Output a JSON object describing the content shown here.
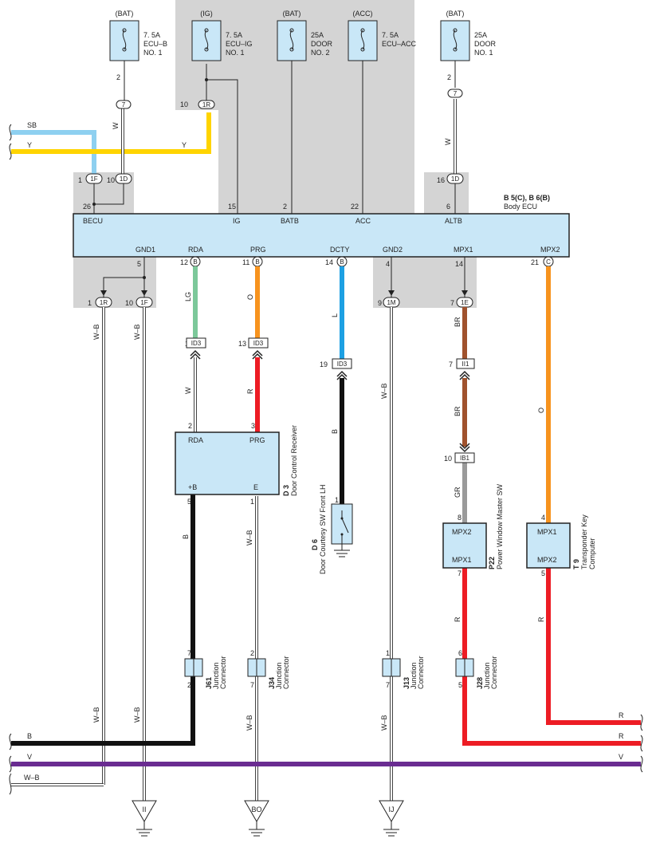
{
  "fuses": [
    {
      "source": "(BAT)",
      "rating": "7. 5A",
      "name1": "ECU–B",
      "name2": "NO. 1",
      "pin": "2",
      "conn": "7"
    },
    {
      "source": "(IG)",
      "rating": "7. 5A",
      "name1": "ECU–IG",
      "name2": "NO. 1",
      "pin": "10",
      "conn": "1R"
    },
    {
      "source": "(BAT)",
      "rating": "25A",
      "name1": "DOOR",
      "name2": "NO. 2"
    },
    {
      "source": "(ACC)",
      "rating": "7. 5A",
      "name1": "ECU–ACC",
      "name2": ""
    },
    {
      "source": "(BAT)",
      "rating": "25A",
      "name1": "DOOR",
      "name2": "NO. 1",
      "pin": "2",
      "conn": "7"
    }
  ],
  "wires_top": {
    "sb": "SB",
    "y_left": "Y",
    "y_right": "Y",
    "w_left": "W",
    "w_right": "W"
  },
  "ecu": {
    "id": "B 5(C), B 6(B)",
    "name": "Body ECU",
    "top_pins": [
      {
        "num": "26",
        "label": "BECU"
      },
      {
        "num": "15",
        "label": "IG"
      },
      {
        "num": "2",
        "label": "BATB"
      },
      {
        "num": "22",
        "label": "ACC"
      },
      {
        "num": "6",
        "label": "ALTB"
      }
    ],
    "bottom_pins": [
      {
        "num": "5",
        "label": "GND1",
        "conn": ""
      },
      {
        "num": "12",
        "label": "RDA",
        "conn": "B"
      },
      {
        "num": "11",
        "label": "PRG",
        "conn": "B"
      },
      {
        "num": "14",
        "label": "DCTY",
        "conn": "B"
      },
      {
        "num": "4",
        "label": "GND2",
        "conn": ""
      },
      {
        "num": "14",
        "label": "MPX1",
        "conn": ""
      },
      {
        "num": "21",
        "label": "MPX2",
        "conn": "C"
      }
    ]
  },
  "connectors": {
    "c1F_top": {
      "pin": "1",
      "name": "1F"
    },
    "c1D_top": {
      "pin": "10",
      "name": "1D"
    },
    "c1D_right": {
      "pin": "16",
      "name": "1D"
    },
    "c1R_bot": {
      "pin": "1",
      "name": "1R"
    },
    "c1F_bot": {
      "pin": "10",
      "name": "1F"
    },
    "c1M": {
      "pin": "9",
      "name": "1M"
    },
    "c1E": {
      "pin": "7",
      "name": "1E"
    },
    "id3_a": {
      "pin": "12",
      "name": "ID3"
    },
    "id3_b": {
      "pin": "13",
      "name": "ID3"
    },
    "id3_c": {
      "pin": "19",
      "name": "ID3"
    },
    "ii1": {
      "pin": "7",
      "name": "II1"
    },
    "ib1": {
      "pin": "10",
      "name": "IB1"
    }
  },
  "wire_colors": {
    "lg": "LG",
    "o1": "O",
    "l": "L",
    "br1": "BR",
    "o2": "O",
    "w_rda": "W",
    "r_prg": "R",
    "b_dcty": "B",
    "wb_gnd2": "W–B",
    "br2": "BR",
    "gr": "GR",
    "b_d3": "B",
    "wb_d3": "W–B",
    "r_p22": "R",
    "r_t9": "R",
    "wb_left1": "W–B",
    "wb_left2": "W–B",
    "wb_j34": "W–B",
    "wb_j13": "W–B",
    "wb_bottom1": "W–B",
    "wb_bottom2": "W–B",
    "r_right1": "R",
    "r_right2": "R",
    "v_right": "V"
  },
  "components": {
    "d3": {
      "id": "D 3",
      "name": "Door Control Receiver",
      "pin_rda": "RDA",
      "pin_prg": "PRG",
      "pin_b": "+B",
      "pin_e": "E",
      "n2": "2",
      "n3": "3",
      "n5": "5",
      "n1": "1"
    },
    "d6": {
      "id": "D 6",
      "name": "Door Courtesy SW Front LH",
      "pin": "1"
    },
    "p22": {
      "id": "P22",
      "name": "Power Window Master SW",
      "top": "MPX2",
      "bot": "MPX1",
      "n8": "8",
      "n7": "7"
    },
    "t9": {
      "id": "T 9",
      "name1": "Transponder Key",
      "name2": "Computer",
      "top": "MPX1",
      "bot": "MPX2",
      "n4": "4",
      "n5": "5"
    }
  },
  "junctions": [
    {
      "id": "J61",
      "name1": "Junction",
      "name2": "Connector",
      "top": "7",
      "bot": "2"
    },
    {
      "id": "J34",
      "name1": "Junction",
      "name2": "Connector",
      "top": "2",
      "bot": "7"
    },
    {
      "id": "J13",
      "name1": "Junction",
      "name2": "Connector",
      "top": "1",
      "bot": "7"
    },
    {
      "id": "J28",
      "name1": "Junction",
      "name2": "Connector",
      "top": "6",
      "bot": "5"
    }
  ],
  "bus": {
    "b": "B",
    "v": "V",
    "wb": "W–B"
  },
  "grounds": {
    "ii": "II",
    "bo": "BO",
    "ij": "IJ"
  },
  "colors": {
    "sb": "#8ed0f0",
    "y": "#ffd400",
    "lg": "#7cc89a",
    "o": "#f7931e",
    "l": "#1da0e3",
    "br": "#a0522d",
    "r": "#ed1c24",
    "b": "#111111",
    "gr": "#9a9a9a",
    "v": "#6a2c91",
    "box": "#c9e7f7",
    "shade": "#d4d4d4"
  }
}
